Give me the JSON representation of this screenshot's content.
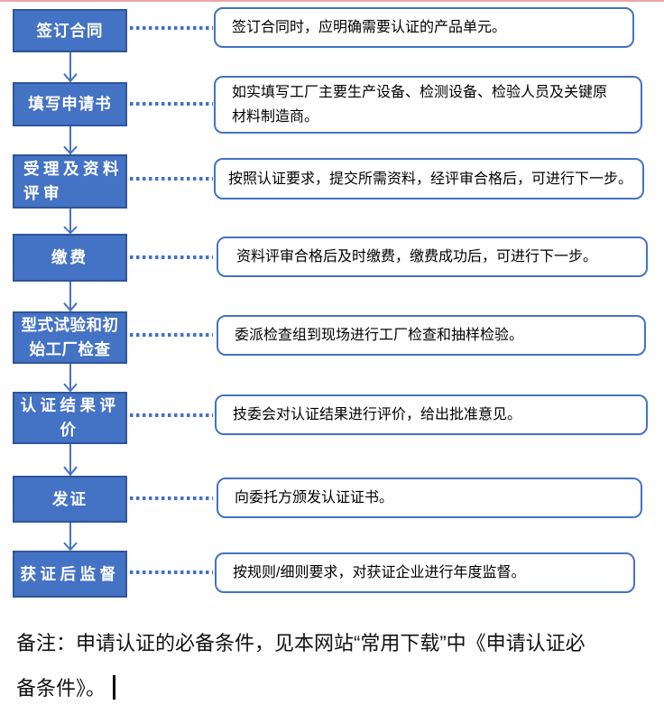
{
  "colors": {
    "box_fill": "#4472C4",
    "box_border": "#2F5597",
    "box_text": "#FFFFFF",
    "callout_border": "#4472C4",
    "callout_text": "#000000",
    "connector": "#4472C4",
    "top_line": "#E9A9AB",
    "caret": "#000000"
  },
  "icons": {
    "flow_arrow": "down-chevron-arrow",
    "connector_style": "square-dotted-line",
    "text_cursor": "vertical-bar-caret"
  },
  "steps": [
    {
      "label": "签订合同",
      "label_lines": [
        "签订合同"
      ],
      "desc": "签订合同时，应明确需要认证的产品单元。"
    },
    {
      "label": "填写申请书",
      "label_lines": [
        "填写申请书"
      ],
      "desc": "如实填写工厂主要生产设备、检测设备、检验人员及关键原材料制造商。"
    },
    {
      "label": "受理及资料评审",
      "label_lines": [
        "受理及资料",
        "评审"
      ],
      "desc": "按照认证要求，提交所需资料，经评审合格后，可进行下一步。"
    },
    {
      "label": "缴费",
      "label_lines": [
        "缴费"
      ],
      "desc": "资料评审合格后及时缴费，缴费成功后，可进行下一步。"
    },
    {
      "label": "型式试验和初始工厂检查",
      "label_lines": [
        "型式试验和初",
        "始工厂检查"
      ],
      "desc": "委派检查组到现场进行工厂检查和抽样检验。"
    },
    {
      "label": "认证结果评价",
      "label_lines": [
        "认证结果评",
        "价"
      ],
      "desc": "技委会对认证结果进行评价，给出批准意见。"
    },
    {
      "label": "发证",
      "label_lines": [
        "发证"
      ],
      "desc": "向委托方颁发认证证书。"
    },
    {
      "label": "获证后监督",
      "label_lines": [
        "获证后监督"
      ],
      "desc": "按规则/细则要求，对获证企业进行年度监督。"
    }
  ],
  "note": {
    "line1": "备注：申请认证的必备条件，见本网站“常用下载”中《申请认证必",
    "line2": "备条件》。"
  }
}
